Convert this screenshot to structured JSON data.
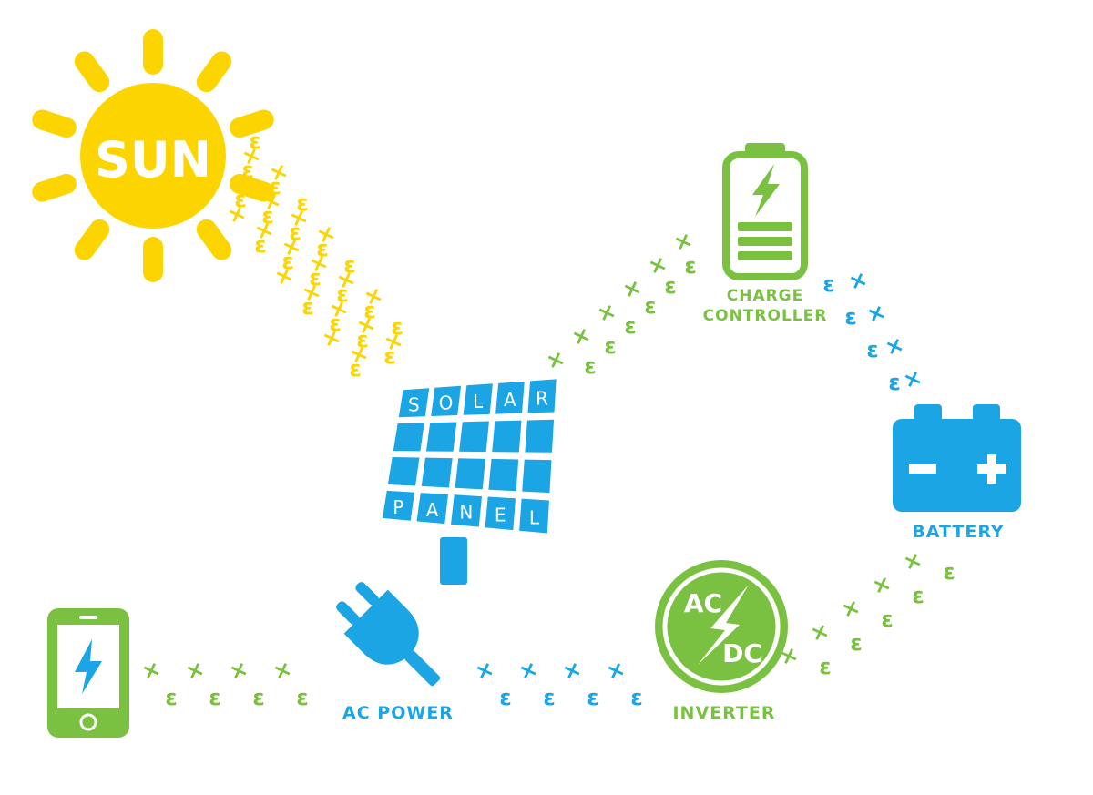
{
  "colors": {
    "sun": "#FCD500",
    "blue": "#1CA5E4",
    "green": "#7AC142",
    "white": "#FFFFFF"
  },
  "labels": {
    "sun": "SUN",
    "solar_top": [
      "S",
      "O",
      "L",
      "A",
      "R"
    ],
    "solar_bottom": [
      "P",
      "A",
      "N",
      "E",
      "L"
    ],
    "charge_line1": "CHARGE",
    "charge_line2": "CONTROLLER",
    "battery": "BATTERY",
    "inverter": "INVERTER",
    "inverter_ac": "AC",
    "inverter_dc": "DC",
    "ac_power": "AC POWER"
  },
  "icons": {
    "sun": "sun-icon",
    "solar_panel": "solar-panel-icon",
    "charge_controller": "charge-controller-battery-icon",
    "battery": "battery-icon",
    "inverter": "ac-dc-inverter-icon",
    "plug": "plug-icon",
    "phone": "phone-charging-icon"
  },
  "particles": {
    "glyphs": [
      "ε",
      "×"
    ]
  }
}
